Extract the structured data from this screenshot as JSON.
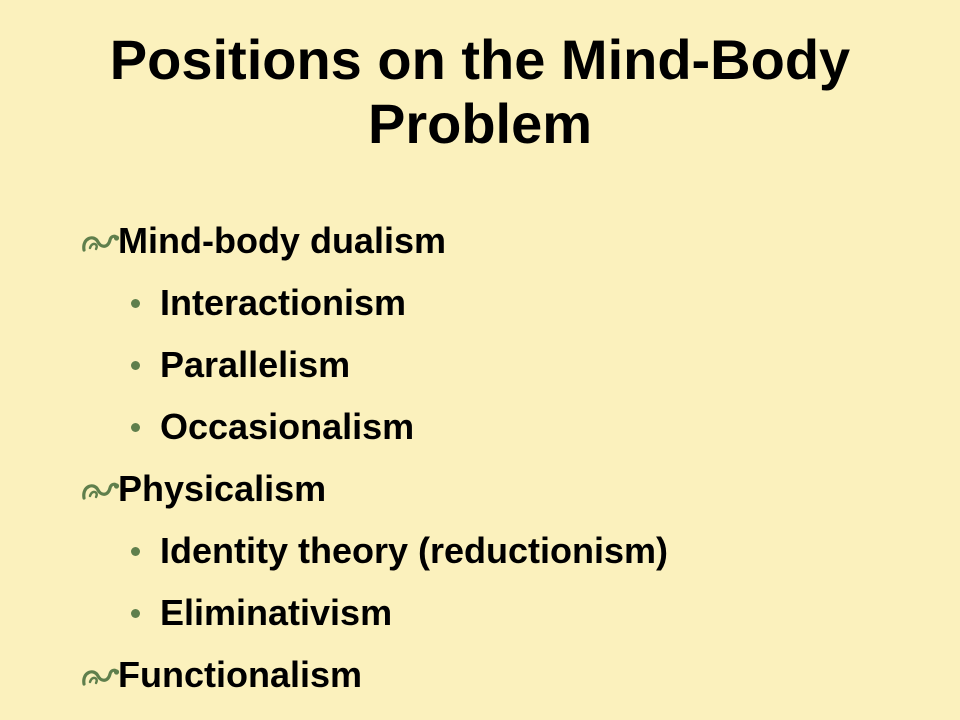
{
  "slide": {
    "title_line1": "Positions on the Mind-Body",
    "title_line2": "Problem",
    "colors": {
      "background": "#fbf1bd",
      "bullet": "#5f7f4c",
      "text": "#000000"
    },
    "bullet_icons": {
      "level1": "curly-leaf-icon",
      "level2": "dot-icon"
    },
    "items": [
      {
        "level": 1,
        "text": "Mind-body dualism"
      },
      {
        "level": 2,
        "text": "Interactionism"
      },
      {
        "level": 2,
        "text": "Parallelism"
      },
      {
        "level": 2,
        "text": "Occasionalism"
      },
      {
        "level": 1,
        "text": "Physicalism"
      },
      {
        "level": 2,
        "text": "Identity theory (reductionism)"
      },
      {
        "level": 2,
        "text": "Eliminativism"
      },
      {
        "level": 1,
        "text": "Functionalism"
      }
    ]
  }
}
